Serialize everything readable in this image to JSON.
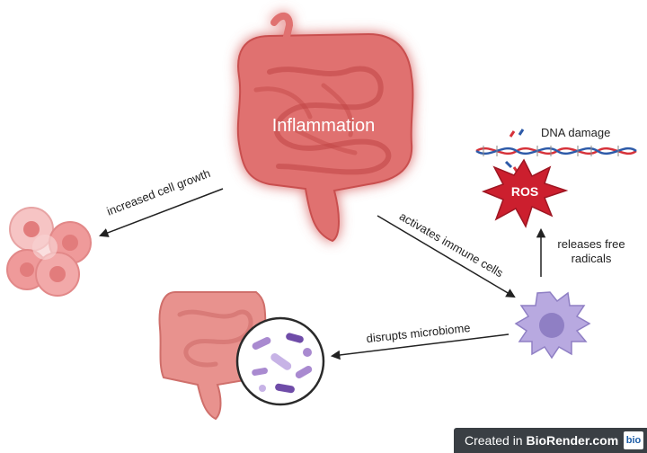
{
  "nodes": {
    "inflammation": "Inflammation",
    "ros": "ROS",
    "dna_damage": "DNA damage"
  },
  "edges": {
    "cell_growth": "increased cell growth",
    "immune": "activates immune cells",
    "free_radicals_1": "releases free",
    "free_radicals_2": "radicals",
    "microbiome": "disrupts microbiome"
  },
  "watermark": {
    "prefix": "Created in ",
    "brand": "BioRender.com",
    "logo": "bio"
  },
  "colors": {
    "intestine": "#e0716f",
    "intestine_glow": "#ff2a2a",
    "intestine_pale": "#e8928e",
    "ros_star": "#cc1f2e",
    "dna_red": "#d6323a",
    "dna_blue": "#2d5aa8",
    "immune_cell": "#b8a9e0",
    "microbe": "#a98ad0",
    "tumor_cell": "#ef9a9a"
  }
}
